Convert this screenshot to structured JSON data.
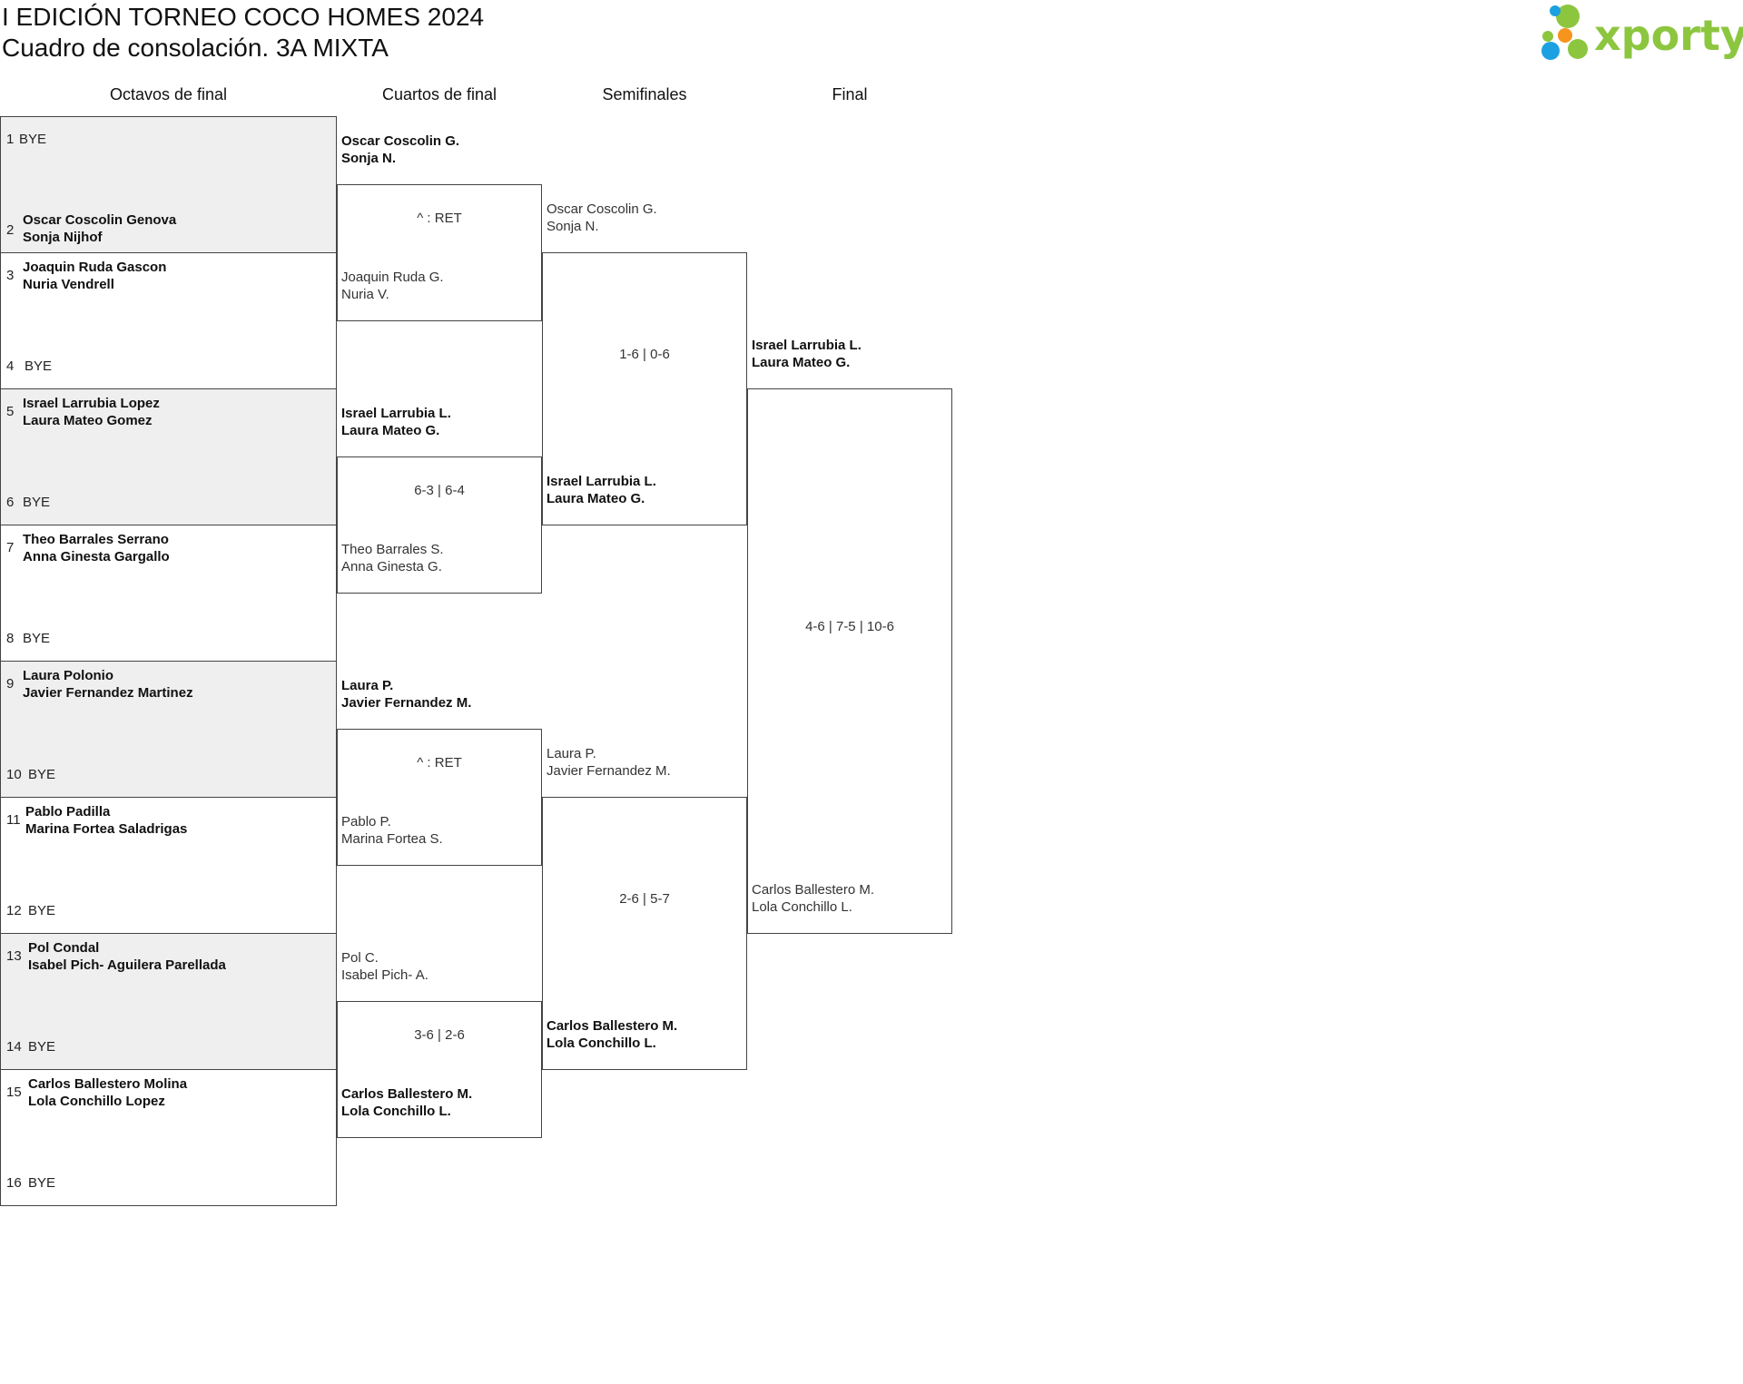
{
  "header": {
    "title_line1": "I EDICIÓN TORNEO COCO HOMES 2024",
    "title_line2": "Cuadro de consolación. 3A MIXTA",
    "logo_text": "xporty"
  },
  "rounds": [
    "Octavos de final",
    "Cuartos de final",
    "Semifinales",
    "Final"
  ],
  "round_of_16": [
    {
      "top": {
        "seed": "1",
        "name": "BYE"
      },
      "bottom": {
        "seed": "2",
        "p1": "Oscar Coscolin Genova",
        "p2": "Sonja Nijhof"
      }
    },
    {
      "top": {
        "seed": "3",
        "p1": "Joaquin Ruda Gascon",
        "p2": "Nuria Vendrell"
      },
      "bottom": {
        "seed": "4",
        "name": "BYE"
      }
    },
    {
      "top": {
        "seed": "5",
        "p1": "Israel Larrubia Lopez",
        "p2": "Laura Mateo Gomez"
      },
      "bottom": {
        "seed": "6",
        "name": "BYE"
      }
    },
    {
      "top": {
        "seed": "7",
        "p1": "Theo Barrales Serrano",
        "p2": "Anna Ginesta Gargallo"
      },
      "bottom": {
        "seed": "8",
        "name": "BYE"
      }
    },
    {
      "top": {
        "seed": "9",
        "p1": "Laura Polonio",
        "p2": "Javier Fernandez Martinez"
      },
      "bottom": {
        "seed": "10",
        "name": "BYE"
      }
    },
    {
      "top": {
        "seed": "11",
        "p1": "Pablo Padilla",
        "p2": "Marina Fortea Saladrigas"
      },
      "bottom": {
        "seed": "12",
        "name": "BYE"
      }
    },
    {
      "top": {
        "seed": "13",
        "p1": "Pol Condal",
        "p2": "Isabel Pich- Aguilera Parellada"
      },
      "bottom": {
        "seed": "14",
        "name": "BYE"
      }
    },
    {
      "top": {
        "seed": "15",
        "p1": "Carlos Ballestero Molina",
        "p2": "Lola Conchillo Lopez"
      },
      "bottom": {
        "seed": "16",
        "name": "BYE"
      }
    }
  ],
  "quarterfinals": [
    {
      "top": {
        "p1": "Oscar Coscolin G.",
        "p2": "Sonja N.",
        "winner": true
      },
      "score": "^ : RET",
      "bottom": {
        "p1": "Joaquin Ruda G.",
        "p2": "Nuria V.",
        "winner": false
      }
    },
    {
      "top": {
        "p1": "Israel Larrubia L.",
        "p2": "Laura Mateo G.",
        "winner": true
      },
      "score": "6-3 | 6-4",
      "bottom": {
        "p1": "Theo Barrales S.",
        "p2": "Anna Ginesta G.",
        "winner": false
      }
    },
    {
      "top": {
        "p1": "Laura P.",
        "p2": "Javier Fernandez M.",
        "winner": true
      },
      "score": "^ : RET",
      "bottom": {
        "p1": "Pablo P.",
        "p2": "Marina Fortea S.",
        "winner": false
      }
    },
    {
      "top": {
        "p1": "Pol C.",
        "p2": "Isabel Pich- A.",
        "winner": false
      },
      "score": "3-6 | 2-6",
      "bottom": {
        "p1": "Carlos Ballestero M.",
        "p2": "Lola Conchillo L.",
        "winner": true
      }
    }
  ],
  "semifinals": [
    {
      "top": {
        "p1": "Oscar Coscolin G.",
        "p2": "Sonja N.",
        "winner": false
      },
      "score": "1-6 | 0-6",
      "bottom": {
        "p1": "Israel Larrubia L.",
        "p2": "Laura Mateo G.",
        "winner": true
      }
    },
    {
      "top": {
        "p1": "Laura P.",
        "p2": "Javier Fernandez M.",
        "winner": false
      },
      "score": "2-6 | 5-7",
      "bottom": {
        "p1": "Carlos Ballestero M.",
        "p2": "Lola Conchillo L.",
        "winner": true
      }
    }
  ],
  "final": {
    "top": {
      "p1": "Israel Larrubia L.",
      "p2": "Laura Mateo G.",
      "winner": true
    },
    "score": "4-6 | 7-5 | 10-6",
    "bottom": {
      "p1": "Carlos Ballestero M.",
      "p2": "Lola Conchillo L.",
      "winner": false
    }
  },
  "colors": {
    "logo_green": "#8cc63f",
    "logo_orange": "#f7941d",
    "logo_blue": "#1ba1e2",
    "shade": "#efefef"
  }
}
